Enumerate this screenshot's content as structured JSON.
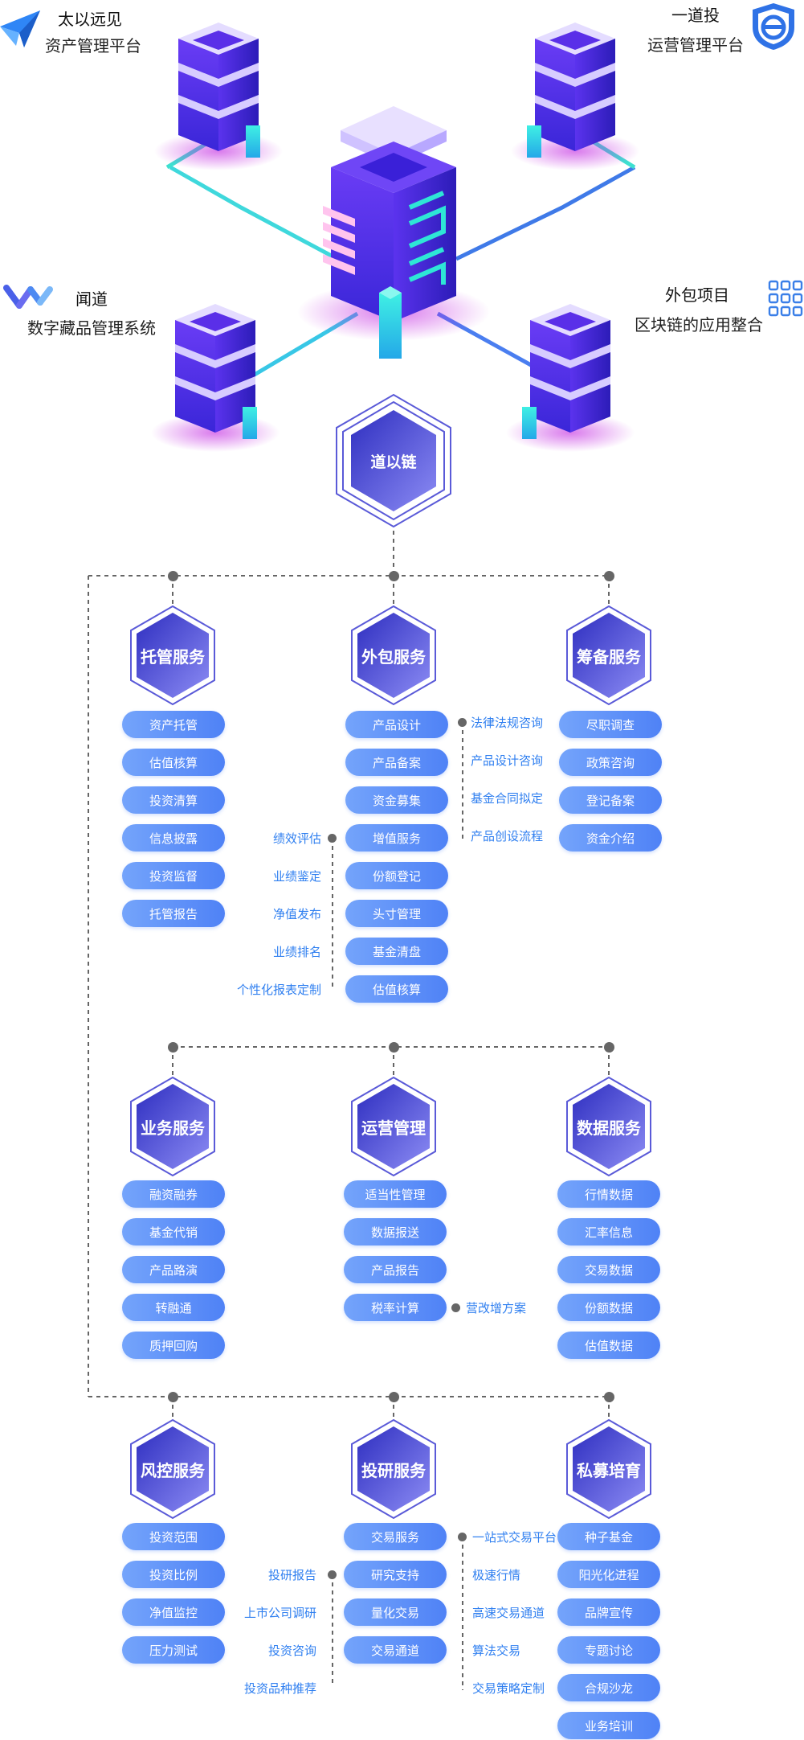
{
  "corners": {
    "top_left": {
      "title": "太以远见",
      "subtitle": "资产管理平台",
      "icon": "paper-plane-icon"
    },
    "top_right": {
      "title": "一道投",
      "subtitle": "运营管理平台",
      "icon": "shield-icon"
    },
    "mid_left": {
      "title": "闻道",
      "subtitle": "数字藏品管理系统",
      "icon": "wave-logo-icon"
    },
    "mid_right": {
      "title": "外包项目",
      "subtitle": "区块链的应用整合",
      "icon": "grid-icon"
    }
  },
  "center": {
    "label": "道以链"
  },
  "colors": {
    "accent": "#2f7ff0",
    "hex_dark": "#3d3dc7",
    "hex_light": "#8c8cf4"
  },
  "services": {
    "tuoguan": {
      "title": "托管服务",
      "items": [
        "资产托管",
        "估值核算",
        "投资清算",
        "信息披露",
        "投资监督",
        "托管报告"
      ]
    },
    "waibao": {
      "title": "外包服务",
      "items": [
        "产品设计",
        "产品备案",
        "资金募集",
        "增值服务",
        "份额登记",
        "头寸管理",
        "基金清盘",
        "估值核算"
      ],
      "right_notes": [
        "法律法规咨询",
        "产品设计咨询",
        "基金合同拟定",
        "产品创设流程"
      ],
      "left_notes": [
        "绩效评估",
        "业绩鉴定",
        "净值发布",
        "业绩排名",
        "个性化报表定制"
      ]
    },
    "choubei": {
      "title": "筹备服务",
      "items": [
        "尽职调查",
        "政策咨询",
        "登记备案",
        "资金介绍"
      ]
    },
    "yewu": {
      "title": "业务服务",
      "items": [
        "融资融券",
        "基金代销",
        "产品路演",
        "转融通",
        "质押回购"
      ]
    },
    "yunying": {
      "title": "运营管理",
      "items": [
        "适当性管理",
        "数据报送",
        "产品报告",
        "税率计算"
      ],
      "side_note": "营改增方案"
    },
    "shuju": {
      "title": "数据服务",
      "items": [
        "行情数据",
        "汇率信息",
        "交易数据",
        "份额数据",
        "估值数据"
      ]
    },
    "fengkong": {
      "title": "风控服务",
      "items": [
        "投资范围",
        "投资比例",
        "净值监控",
        "压力测试"
      ]
    },
    "touyan": {
      "title": "投研服务",
      "items": [
        "交易服务",
        "研究支持",
        "量化交易",
        "交易通道"
      ],
      "left_notes": [
        "投研报告",
        "上市公司调研",
        "投资咨询",
        "投资品种推荐"
      ],
      "right_notes": [
        "一站式交易平台",
        "极速行情",
        "高速交易通道",
        "算法交易",
        "交易策略定制"
      ]
    },
    "simu": {
      "title": "私募培育",
      "items": [
        "种子基金",
        "阳光化进程",
        "品牌宣传",
        "专题讨论",
        "合规沙龙",
        "业务培训"
      ]
    }
  }
}
